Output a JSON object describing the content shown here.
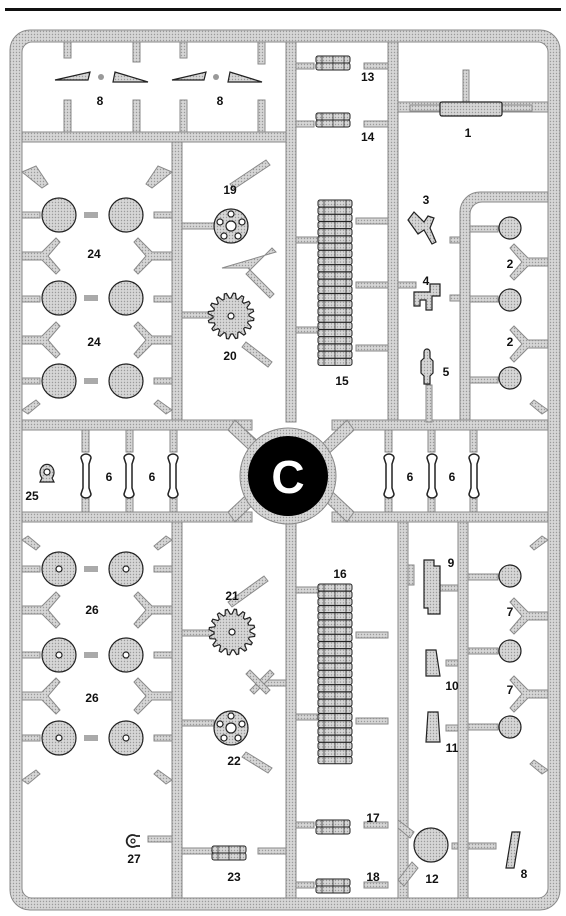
{
  "sprue_letter": "C",
  "colors": {
    "frame_fill": "#d2d2d2",
    "frame_edge": "#8a8a8a",
    "part_fill": "#d8d8d8",
    "outline": "#222222",
    "badge": "#000000"
  },
  "labels": [
    {
      "id": "p8a",
      "text": "8"
    },
    {
      "id": "p8b",
      "text": "8"
    },
    {
      "id": "p13",
      "text": "13"
    },
    {
      "id": "p14",
      "text": "14"
    },
    {
      "id": "p1",
      "text": "1"
    },
    {
      "id": "p19",
      "text": "19"
    },
    {
      "id": "p3",
      "text": "3"
    },
    {
      "id": "p24a",
      "text": "24"
    },
    {
      "id": "p24b",
      "text": "24"
    },
    {
      "id": "p2a",
      "text": "2"
    },
    {
      "id": "p4",
      "text": "4"
    },
    {
      "id": "p2b",
      "text": "2"
    },
    {
      "id": "p20",
      "text": "20"
    },
    {
      "id": "p15",
      "text": "15"
    },
    {
      "id": "p5",
      "text": "5"
    },
    {
      "id": "p25",
      "text": "25"
    },
    {
      "id": "p6a",
      "text": "6"
    },
    {
      "id": "p6b",
      "text": "6"
    },
    {
      "id": "p6c",
      "text": "6"
    },
    {
      "id": "p6d",
      "text": "6"
    },
    {
      "id": "p16",
      "text": "16"
    },
    {
      "id": "p9",
      "text": "9"
    },
    {
      "id": "p26a",
      "text": "26"
    },
    {
      "id": "p21",
      "text": "21"
    },
    {
      "id": "p7a",
      "text": "7"
    },
    {
      "id": "p26b",
      "text": "26"
    },
    {
      "id": "p10",
      "text": "10"
    },
    {
      "id": "p7b",
      "text": "7"
    },
    {
      "id": "p22",
      "text": "22"
    },
    {
      "id": "p11",
      "text": "11"
    },
    {
      "id": "p17",
      "text": "17"
    },
    {
      "id": "p27",
      "text": "27"
    },
    {
      "id": "p23",
      "text": "23"
    },
    {
      "id": "p12",
      "text": "12"
    },
    {
      "id": "p18",
      "text": "18"
    },
    {
      "id": "p8c",
      "text": "8"
    }
  ]
}
